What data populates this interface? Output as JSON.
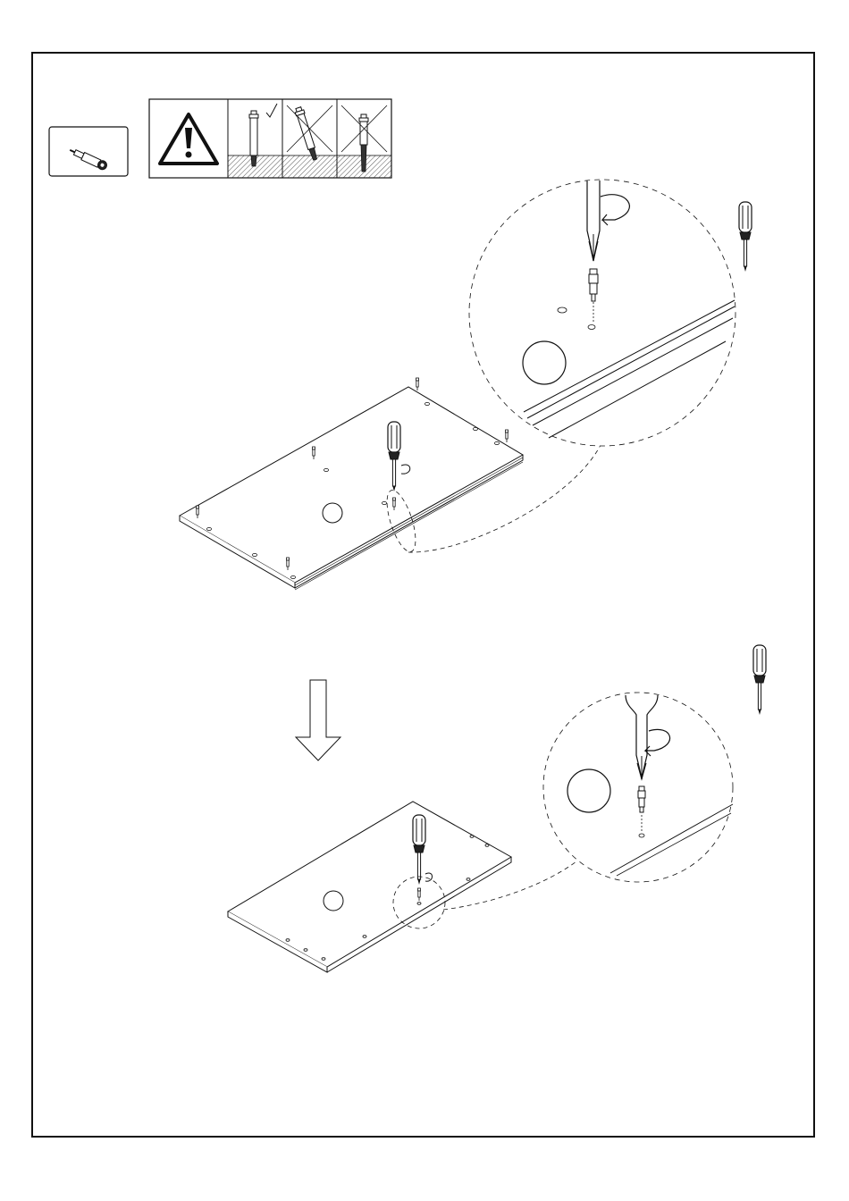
{
  "page": {
    "title": "",
    "step_number": ""
  },
  "parts": {
    "part_box": {
      "icon": "cam-bolt-dowel-icon",
      "quantity_label": ""
    }
  },
  "warning": {
    "icon": "warning-triangle-icon",
    "panels": [
      {
        "name": "correct-depth-panel",
        "status": "correct",
        "mark": "check-icon"
      },
      {
        "name": "too-deep-panel",
        "status": "incorrect",
        "mark": "cross-icon"
      },
      {
        "name": "too-shallow-panel",
        "status": "incorrect",
        "mark": "cross-icon"
      }
    ]
  },
  "steps": [
    {
      "name": "step-insert-cam-bolts",
      "panel_label": "",
      "detail_label": "",
      "tool": "phillips-screwdriver-icon",
      "rotation": "clockwise-arrow-icon"
    },
    {
      "name": "step-flip-panel",
      "panel_label": "",
      "detail_label": "",
      "tool": "phillips-screwdriver-icon",
      "rotation": "clockwise-arrow-icon"
    }
  ],
  "transition": {
    "icon": "down-arrow-icon"
  },
  "colors": {
    "line": "#1a1a1a",
    "hatch": "#7a7a7a",
    "background": "#ffffff"
  }
}
